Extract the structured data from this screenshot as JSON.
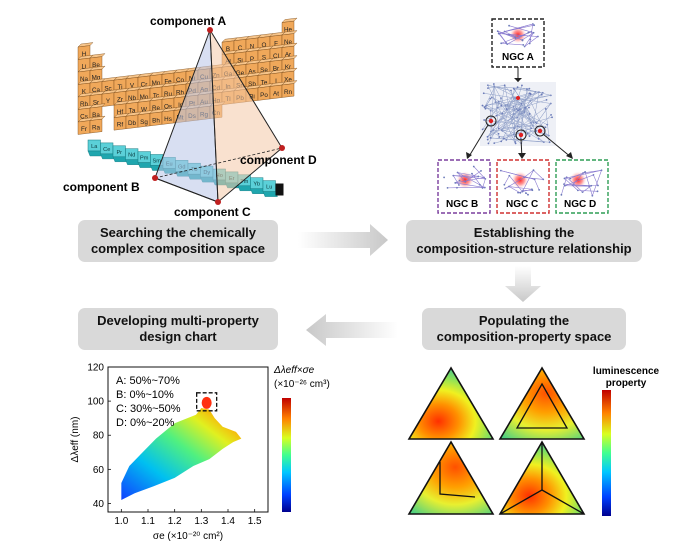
{
  "steps": {
    "search": {
      "line1": "Searching the chemically",
      "line2": "complex composition space"
    },
    "structure": {
      "line1": "Establishing the",
      "line2": "composition-structure relationship"
    },
    "populate": {
      "line1": "Populating the",
      "line2": "composition-property space"
    },
    "design": {
      "line1": "Developing multi-property",
      "line2": "design chart"
    }
  },
  "periodic_table": {
    "components": [
      "component A",
      "component B",
      "component C",
      "component D"
    ],
    "main_rows": [
      [
        "H",
        "",
        "",
        "",
        "",
        "",
        "",
        "",
        "",
        "",
        "",
        "",
        "",
        "",
        "",
        "",
        "",
        "He"
      ],
      [
        "Li",
        "Be",
        "",
        "",
        "",
        "",
        "",
        "",
        "",
        "",
        "",
        "",
        "B",
        "C",
        "N",
        "O",
        "F",
        "Ne"
      ],
      [
        "Na",
        "Mg",
        "",
        "",
        "",
        "",
        "",
        "",
        "",
        "",
        "",
        "",
        "Al",
        "Si",
        "P",
        "S",
        "Cl",
        "Ar"
      ],
      [
        "K",
        "Ca",
        "Sc",
        "Ti",
        "V",
        "Cr",
        "Mn",
        "Fe",
        "Co",
        "Ni",
        "Cu",
        "Zn",
        "Ga",
        "Ge",
        "As",
        "Se",
        "Br",
        "Kr"
      ],
      [
        "Rb",
        "Sr",
        "Y",
        "Zr",
        "Nb",
        "Mo",
        "Tc",
        "Ru",
        "Rh",
        "Pd",
        "Ag",
        "Cd",
        "In",
        "Sn",
        "Sb",
        "Te",
        "I",
        "Xe"
      ],
      [
        "Cs",
        "Ba",
        "",
        "Hf",
        "Ta",
        "W",
        "Re",
        "Os",
        "Ir",
        "Pt",
        "Au",
        "Hg",
        "Tl",
        "Pb",
        "Bi",
        "Po",
        "At",
        "Rn"
      ],
      [
        "Fr",
        "Ra",
        "",
        "Rf",
        "Db",
        "Sg",
        "Bh",
        "Hs",
        "Mt",
        "Ds",
        "Rg",
        "Cn",
        "",
        "",
        "",
        "",
        "",
        ""
      ]
    ],
    "lanthanides": [
      "La",
      "Ce",
      "Pr",
      "Nd",
      "Pm",
      "Sm",
      "Eu",
      "Gd",
      "Tb",
      "Dy",
      "Ho",
      "Er",
      "Tm",
      "Yb",
      "Lu"
    ]
  },
  "clusters": {
    "top": "NGC A",
    "bottom": [
      "NGC B",
      "NGC C",
      "NGC D"
    ],
    "colors": {
      "NGC A": "#222222",
      "NGC B": "#7b3f9e",
      "NGC C": "#d03030",
      "NGC D": "#2f9e55"
    }
  },
  "property_map": {
    "colorbar_label_line1": "luminescence",
    "colorbar_label_line2": "property"
  },
  "colors": {
    "box": "#d9d9d9",
    "arrow": "#cccccc",
    "tile": "#f0a85a",
    "lanthanide": "#5bd0d8"
  },
  "chart_data": {
    "type": "heatmap",
    "xlabel": "σe (×10⁻²⁰ cm²)",
    "ylabel": "Δλeff (nm)",
    "xlim": [
      0.95,
      1.55
    ],
    "ylim": [
      35,
      120
    ],
    "xticks": [
      "1.0",
      "1.1",
      "1.2",
      "1.3",
      "1.4",
      "1.5"
    ],
    "yticks": [
      "40",
      "60",
      "80",
      "100",
      "120"
    ],
    "colorbar_title": "Δλeff×σe",
    "colorbar_unit": "(×10⁻²⁶ cm³)",
    "constraints": [
      "A: 50%~70%",
      "B: 0%~10%",
      "C: 30%~50%",
      "D: 0%~20%"
    ],
    "highlight": {
      "x": 1.32,
      "y": 99
    }
  }
}
